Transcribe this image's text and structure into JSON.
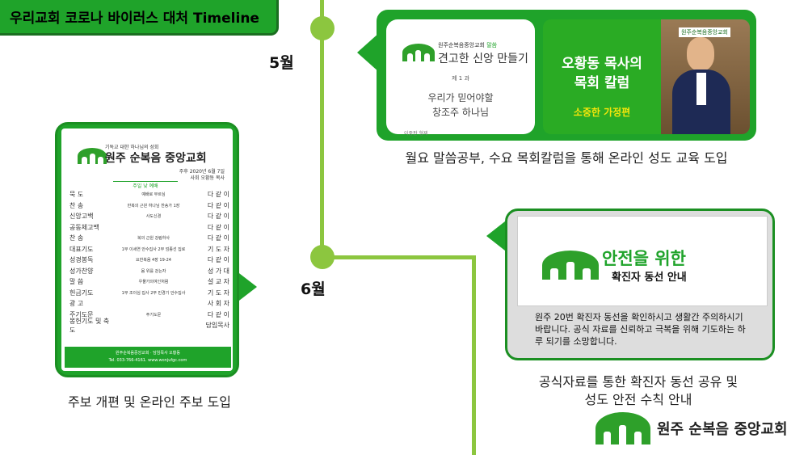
{
  "header": {
    "title": "우리교회 코로나 바이러스 대처 Timeline"
  },
  "timeline": {
    "months": [
      "5월",
      "6월"
    ]
  },
  "may_card": {
    "logo_church": "원주순복음중앙교회",
    "logo_tag": "말씀",
    "series_title": "견고한 신앙 만들기",
    "episode": "제 1 과",
    "lesson_line1": "우리가 믿어야할",
    "lesson_line2": "창조주 하나님",
    "presenter": "이중판 형제",
    "column_logo": "원주순복음중앙교회",
    "column_title_line1": "오황동 목사의",
    "column_title_line2": "목회 칼럼",
    "column_topic": "소중한 가정편",
    "caption": "월요 말씀공부, 수요 목회칼럼을 통해 온라인 성도 교육 도입"
  },
  "bulletin": {
    "tagline": "기독교 대한 하나님의 성회",
    "church": "원주 순복음 중앙교회",
    "date_line": "주후 2020년 6월 7일",
    "host": "사회    오황동 목사",
    "section": "주일 낮 예배",
    "rows": [
      [
        "묵    도",
        "예배로 부르심",
        "다 같 이"
      ],
      [
        "찬    송",
        "만복의 근원 하나님 찬송가 1장",
        "다 같 이"
      ],
      [
        "신앙고백",
        "사도신경",
        "다 같 이"
      ],
      [
        "공동체고백",
        "",
        "다 같 이"
      ],
      [
        "찬    송",
        "복의 근원 강림하사",
        "다 같 이"
      ],
      [
        "대표기도",
        "1부 이세연 안수집사 2부 엄종선 집로",
        "기 도 자"
      ],
      [
        "성경봉독",
        "요한복음 4장 19-24",
        "다 같 이"
      ],
      [
        "성가찬양",
        "몸 위를 걷는자",
        "성 가 대"
      ],
      [
        "말    씀",
        "우물가의여인처럼",
        "설 교 자"
      ],
      [
        "헌금기도",
        "1부 조이심 집사 2부 민경기 안수집사",
        "기 도 자"
      ],
      [
        "광    고",
        "",
        "사 회 자"
      ],
      [
        "주기도문",
        "주기도문",
        "다 같 이"
      ],
      [
        "봉헌기도 및 축도",
        "",
        "담임목사"
      ]
    ],
    "footer1": "원주순복음중앙교회 · 담임목사 오황동",
    "footer2": "Tel. 033-766-4161.   www.wonjufgc.com",
    "caption": "주보 개편 및 온라인 주보 도입"
  },
  "june_card": {
    "headline": "안전을 위한",
    "subhead": "확진자 동선 안내",
    "body": "원주 20번 확진자 동선을 확인하시고 생활간 주의하시기 바랍니다. 공식 자료를 신뢰하고 극복을 위해 기도하는 하루 되기를 소망합니다.",
    "caption_line1": "공식자료를 통한 확진자 동선 공유 및",
    "caption_line2": "성도 안전 수칙 안내"
  },
  "footer": {
    "church_name": "원주 순복음 중앙교회"
  },
  "colors": {
    "accent": "#1fa32a",
    "dark_green": "#1b6e21",
    "timeline": "#8cc63f",
    "column_bg": "#2aab24",
    "topic_yellow": "#f5e60a"
  }
}
